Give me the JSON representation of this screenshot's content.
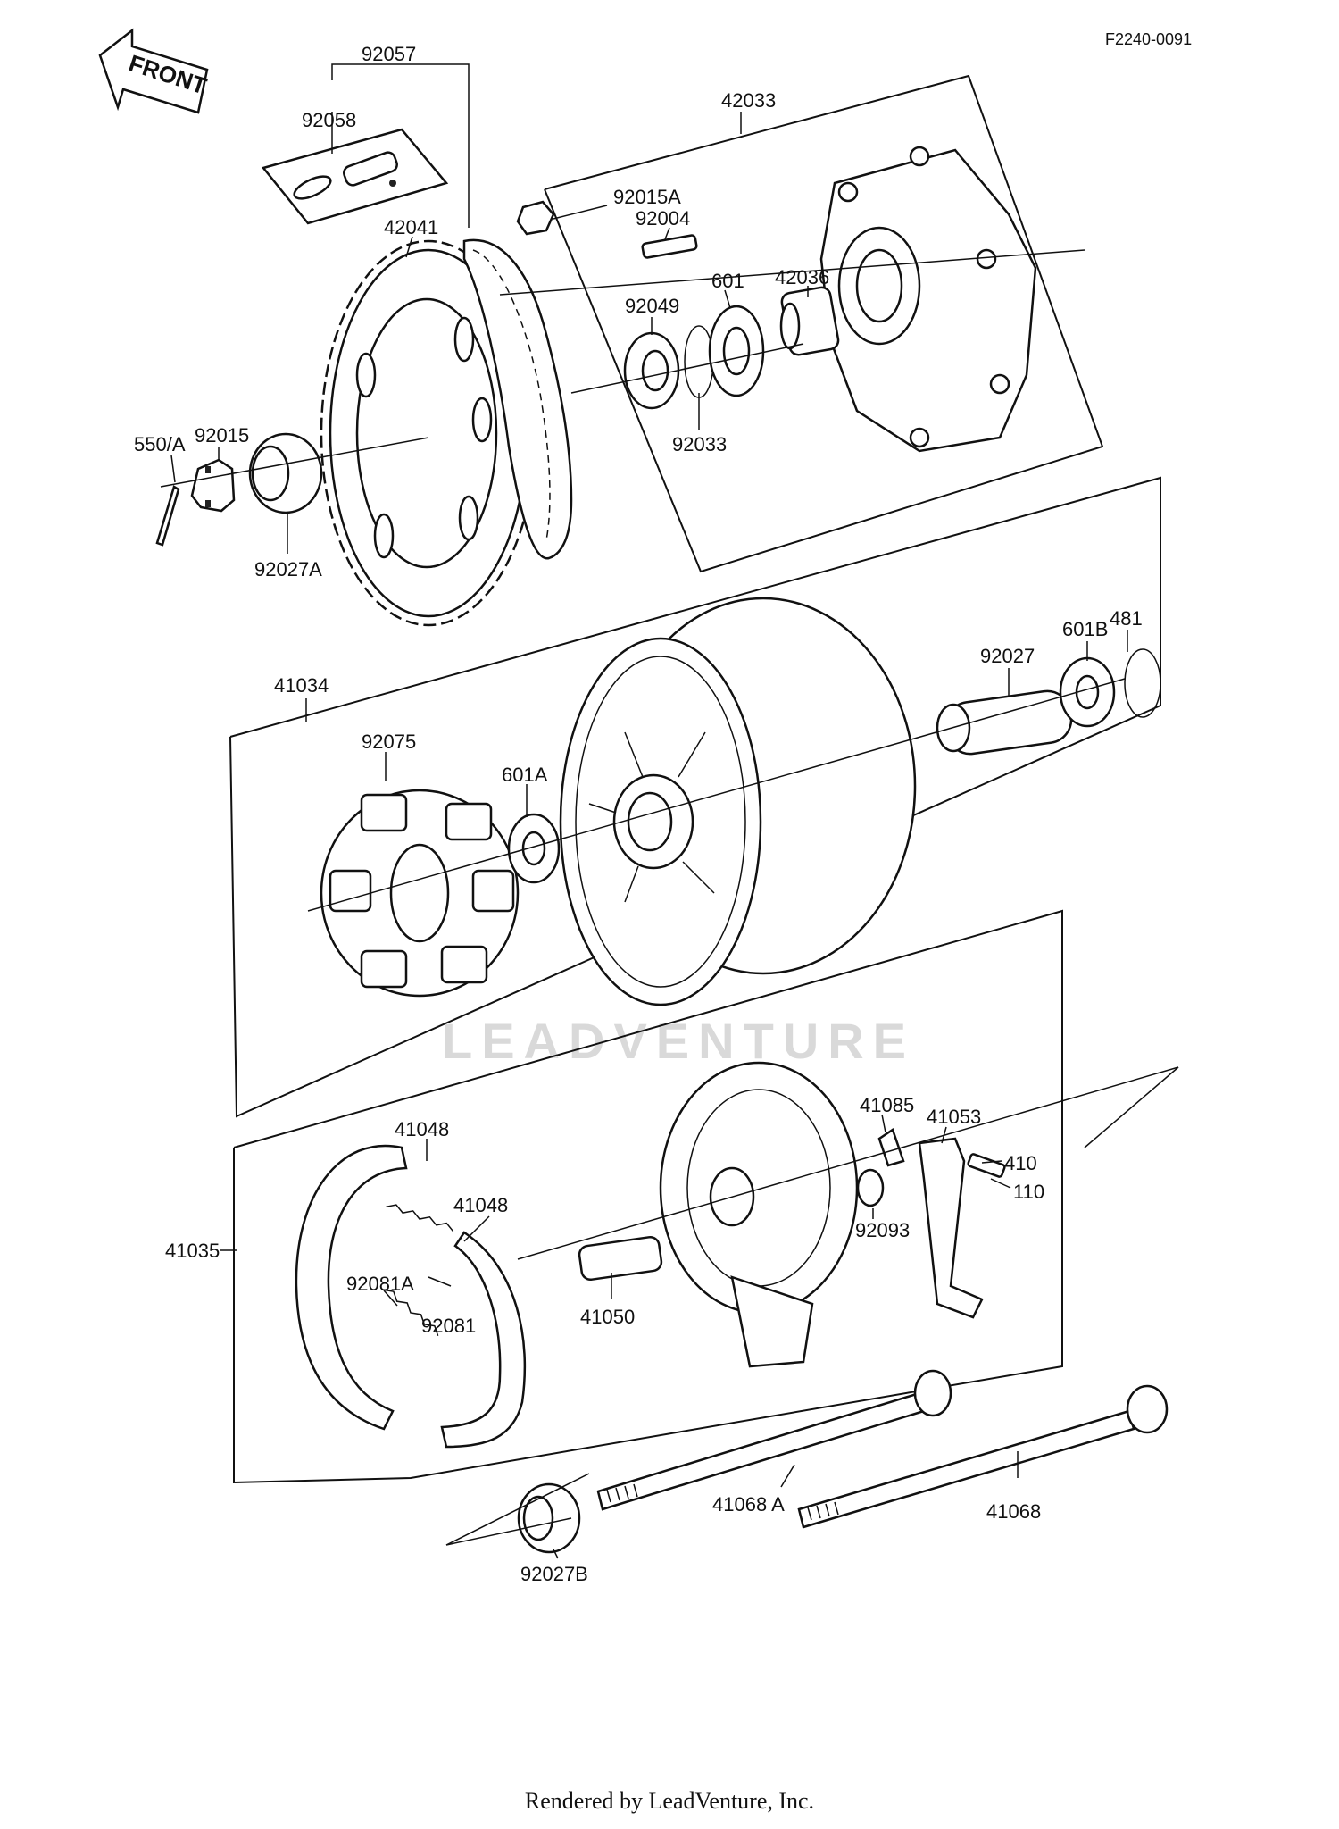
{
  "diagram_code": "F2240-0091",
  "front_label": "FRONT",
  "watermark": "LEADVENTURE",
  "footer": "Rendered by LeadVenture, Inc.",
  "parts": {
    "p92057": "92057",
    "p92058": "92058",
    "p42033": "42033",
    "p92015A": "92015A",
    "p92004": "92004",
    "p42041": "42041",
    "p92049": "92049",
    "p601": "601",
    "p42036": "42036",
    "p92033": "92033",
    "p92015": "92015",
    "p550A": "550/A",
    "p92027A": "92027A",
    "p481": "481",
    "p601B": "601B",
    "p92027": "92027",
    "p41034": "41034",
    "p92075": "92075",
    "p601A": "601A",
    "p41048a": "41048",
    "p41048b": "41048",
    "p41085": "41085",
    "p41053": "41053",
    "p410": "410",
    "p110": "110",
    "p41035": "41035",
    "p92093": "92093",
    "p92081A": "92081A",
    "p92081": "92081",
    "p41050": "41050",
    "p41068A": "41068 A",
    "p41068": "41068",
    "p92027B": "92027B"
  }
}
